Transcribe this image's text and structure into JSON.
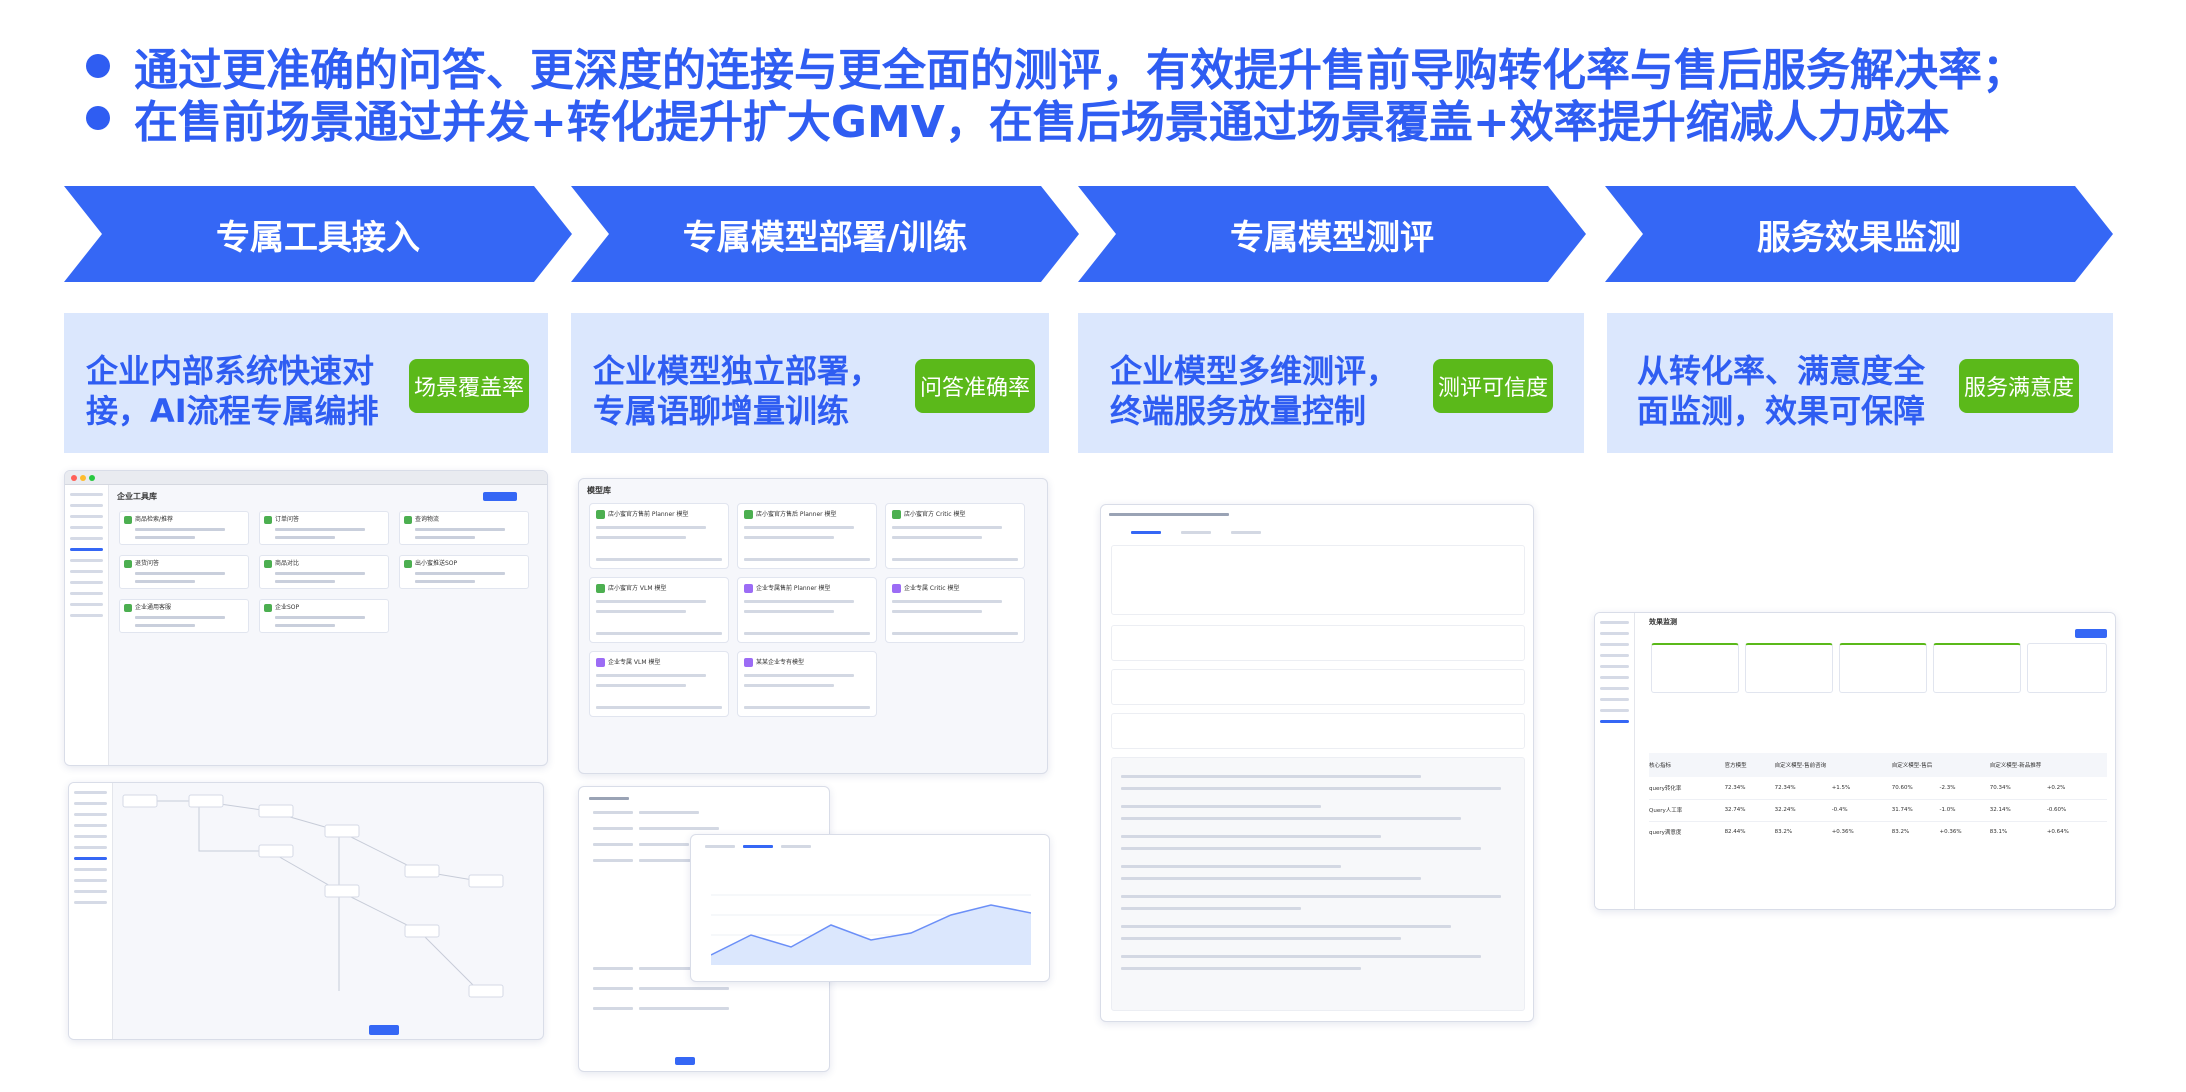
{
  "headline": {
    "bullets": [
      "通过更准确的问答、更深度的连接与更全面的测评，有效提升售前导购转化率与售后服务解决率；",
      "在售前场景通过并发+转化提升扩大GMV，在售后场景通过场景覆盖+效率提升缩减人力成本"
    ]
  },
  "stages": [
    {
      "title": "专属工具接入",
      "desc_line1": "企业内部系统快速对",
      "desc_line2": "接，AI流程专属编排",
      "badge": "场景覆盖率"
    },
    {
      "title": "专属模型部署/训练",
      "desc_line1": "企业模型独立部署，",
      "desc_line2": "专属语聊增量训练",
      "badge": "问答准确率"
    },
    {
      "title": "专属模型测评",
      "desc_line1": "企业模型多维测评，",
      "desc_line2": "终端服务放量控制",
      "badge": "测评可信度"
    },
    {
      "title": "服务效果监测",
      "desc_line1": "从转化率、满意度全",
      "desc_line2": "面监测，效果可保障",
      "badge": "服务满意度"
    }
  ],
  "screens": {
    "tool_library": {
      "title": "企业工具库",
      "cards": [
        "商品检索/推荐",
        "订单问答",
        "查询物流",
        "退货问答",
        "商品对比",
        "出小蜜推送SOP",
        "企业通用客服",
        "企业SOP"
      ]
    },
    "model_library": {
      "title": "模型库",
      "models": [
        "店小蜜官方售前 Planner 模型",
        "店小蜜官方售后 Planner 模型",
        "店小蜜官方 Critic 模型",
        "店小蜜官方 VLM 模型",
        "企业专属售前 Planner 模型",
        "企业专属 Critic 模型",
        "企业专属 VLM 模型",
        "某某企业专有模型"
      ]
    },
    "monitor": {
      "title": "效果监测",
      "table_header": [
        "核心指标",
        "官方模型",
        "自定义模型-售前咨询",
        "自定义模型-售后",
        "自定义模型-新品推荐"
      ],
      "rows": [
        [
          "query转化率",
          "72.34%",
          "72.34%",
          "+1.5%",
          "70.60%",
          "-2.3%",
          "70.34%",
          "+0.2%"
        ],
        [
          "Query人工率",
          "32.74%",
          "32.24%",
          "-0.4%",
          "31.74%",
          "-1.0%",
          "32.14%",
          "-0.60%"
        ],
        [
          "query满意度",
          "82.44%",
          "83.2%",
          "+0.36%",
          "83.2%",
          "+0.36%",
          "83.1%",
          "+0.64%"
        ]
      ]
    }
  },
  "colors": {
    "accent": "#3567f5",
    "badge_green": "#5bb91a",
    "card_bg": "#dbe7fd",
    "headline": "#2f5df2"
  }
}
